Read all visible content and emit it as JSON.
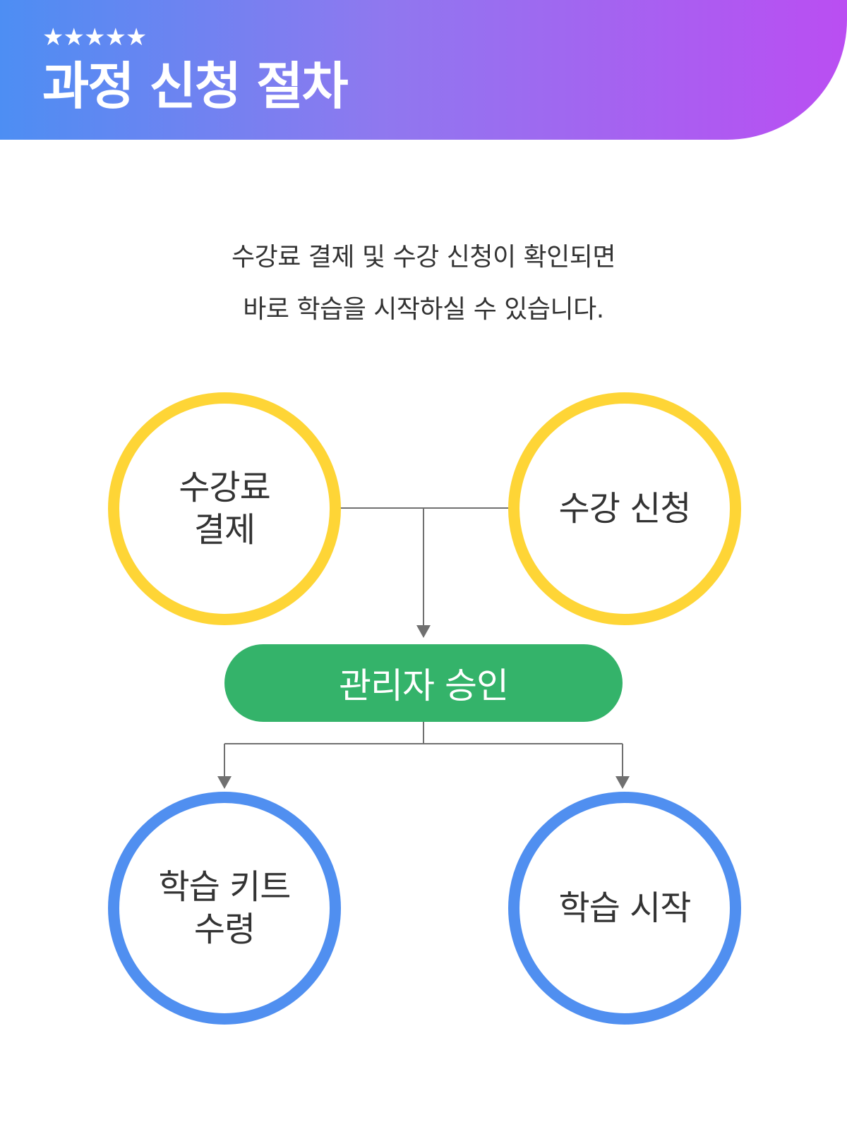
{
  "header": {
    "stars": "★★★★★",
    "title": "과정 신청 절차",
    "gradient": [
      "#4d8ef3",
      "#8f78ef",
      "#ba4ef2"
    ]
  },
  "intro": {
    "line1": "수강료 결제 및 수강 신청이 확인되면",
    "line2": "바로 학습을 시작하실 수 있습니다."
  },
  "steps": {
    "payment": {
      "line1": "수강료",
      "line2": "결제"
    },
    "enroll": {
      "label": "수강 신청"
    },
    "approval": {
      "label": "관리자 승인"
    },
    "kit": {
      "line1": "학습 키트",
      "line2": "수령"
    },
    "start": {
      "label": "학습 시작"
    }
  },
  "colors": {
    "yellow_ring": "#fed536",
    "blue_ring": "#508ff0",
    "approval_fill": "#34b36a",
    "connector": "#707070"
  }
}
